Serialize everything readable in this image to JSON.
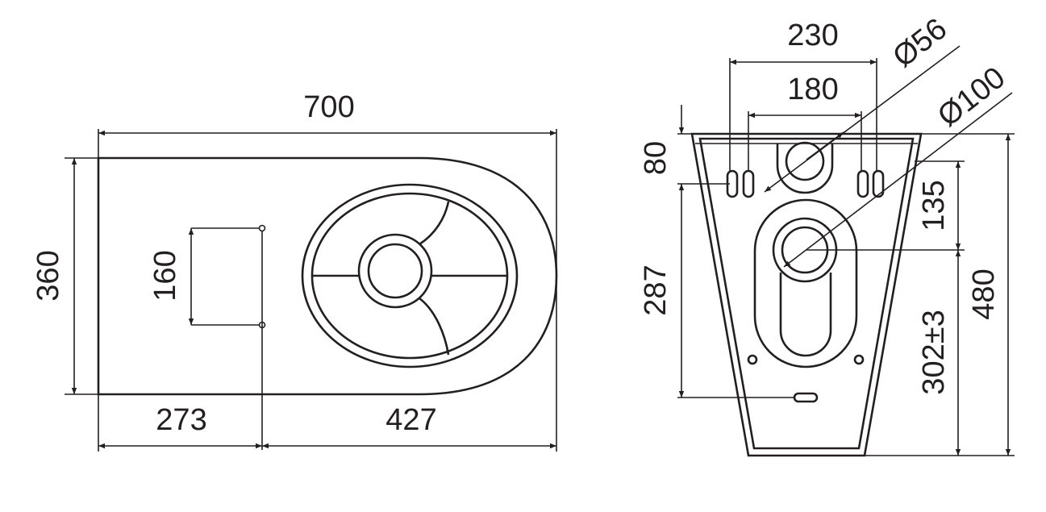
{
  "top_view": {
    "dims": {
      "length": "700",
      "width": "360",
      "hole_spacing": "160",
      "rear_to_holes": "273",
      "holes_to_front": "427"
    }
  },
  "rear_view": {
    "dims": {
      "outer_bolt_spacing": "230",
      "inner_bolt_spacing": "180",
      "inlet_diameter": "Ø56",
      "outlet_diameter": "Ø100",
      "top_to_bolts": "80",
      "bolts_to_lower_hole": "287",
      "top_to_outlet": "135",
      "outlet_height": "302±3",
      "height": "480"
    }
  },
  "colors": {
    "line": "#231f20",
    "background": "#ffffff"
  }
}
